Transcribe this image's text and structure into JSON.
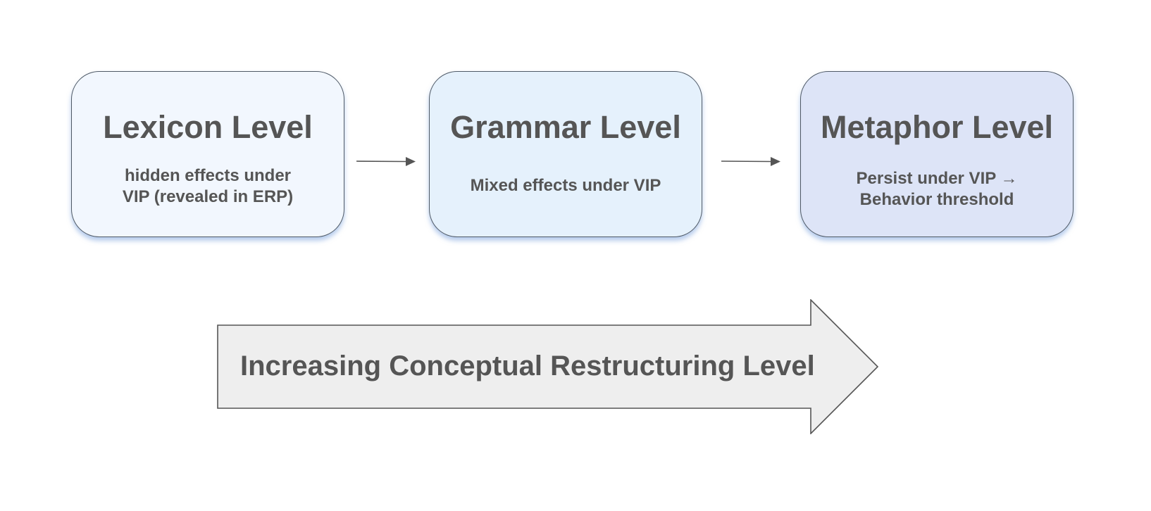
{
  "levels": [
    {
      "title": "Lexicon Level",
      "description": [
        "hidden effects under",
        "VIP (revealed in ERP)"
      ],
      "fill": "#f2f7fe"
    },
    {
      "title": "Grammar Level",
      "description": [
        "Mixed effects under VIP"
      ],
      "fill": "#e5f1fc"
    },
    {
      "title": "Metaphor Level",
      "description": [
        "Persist under VIP →",
        "Behavior threshold"
      ],
      "fill": "#dde4f7"
    }
  ],
  "progress": {
    "label": "Increasing Conceptual Restructuring Level",
    "fill": "#eeeeee"
  },
  "colors": {
    "text": "#555555",
    "border": "#505a66",
    "connector": "#555555"
  }
}
